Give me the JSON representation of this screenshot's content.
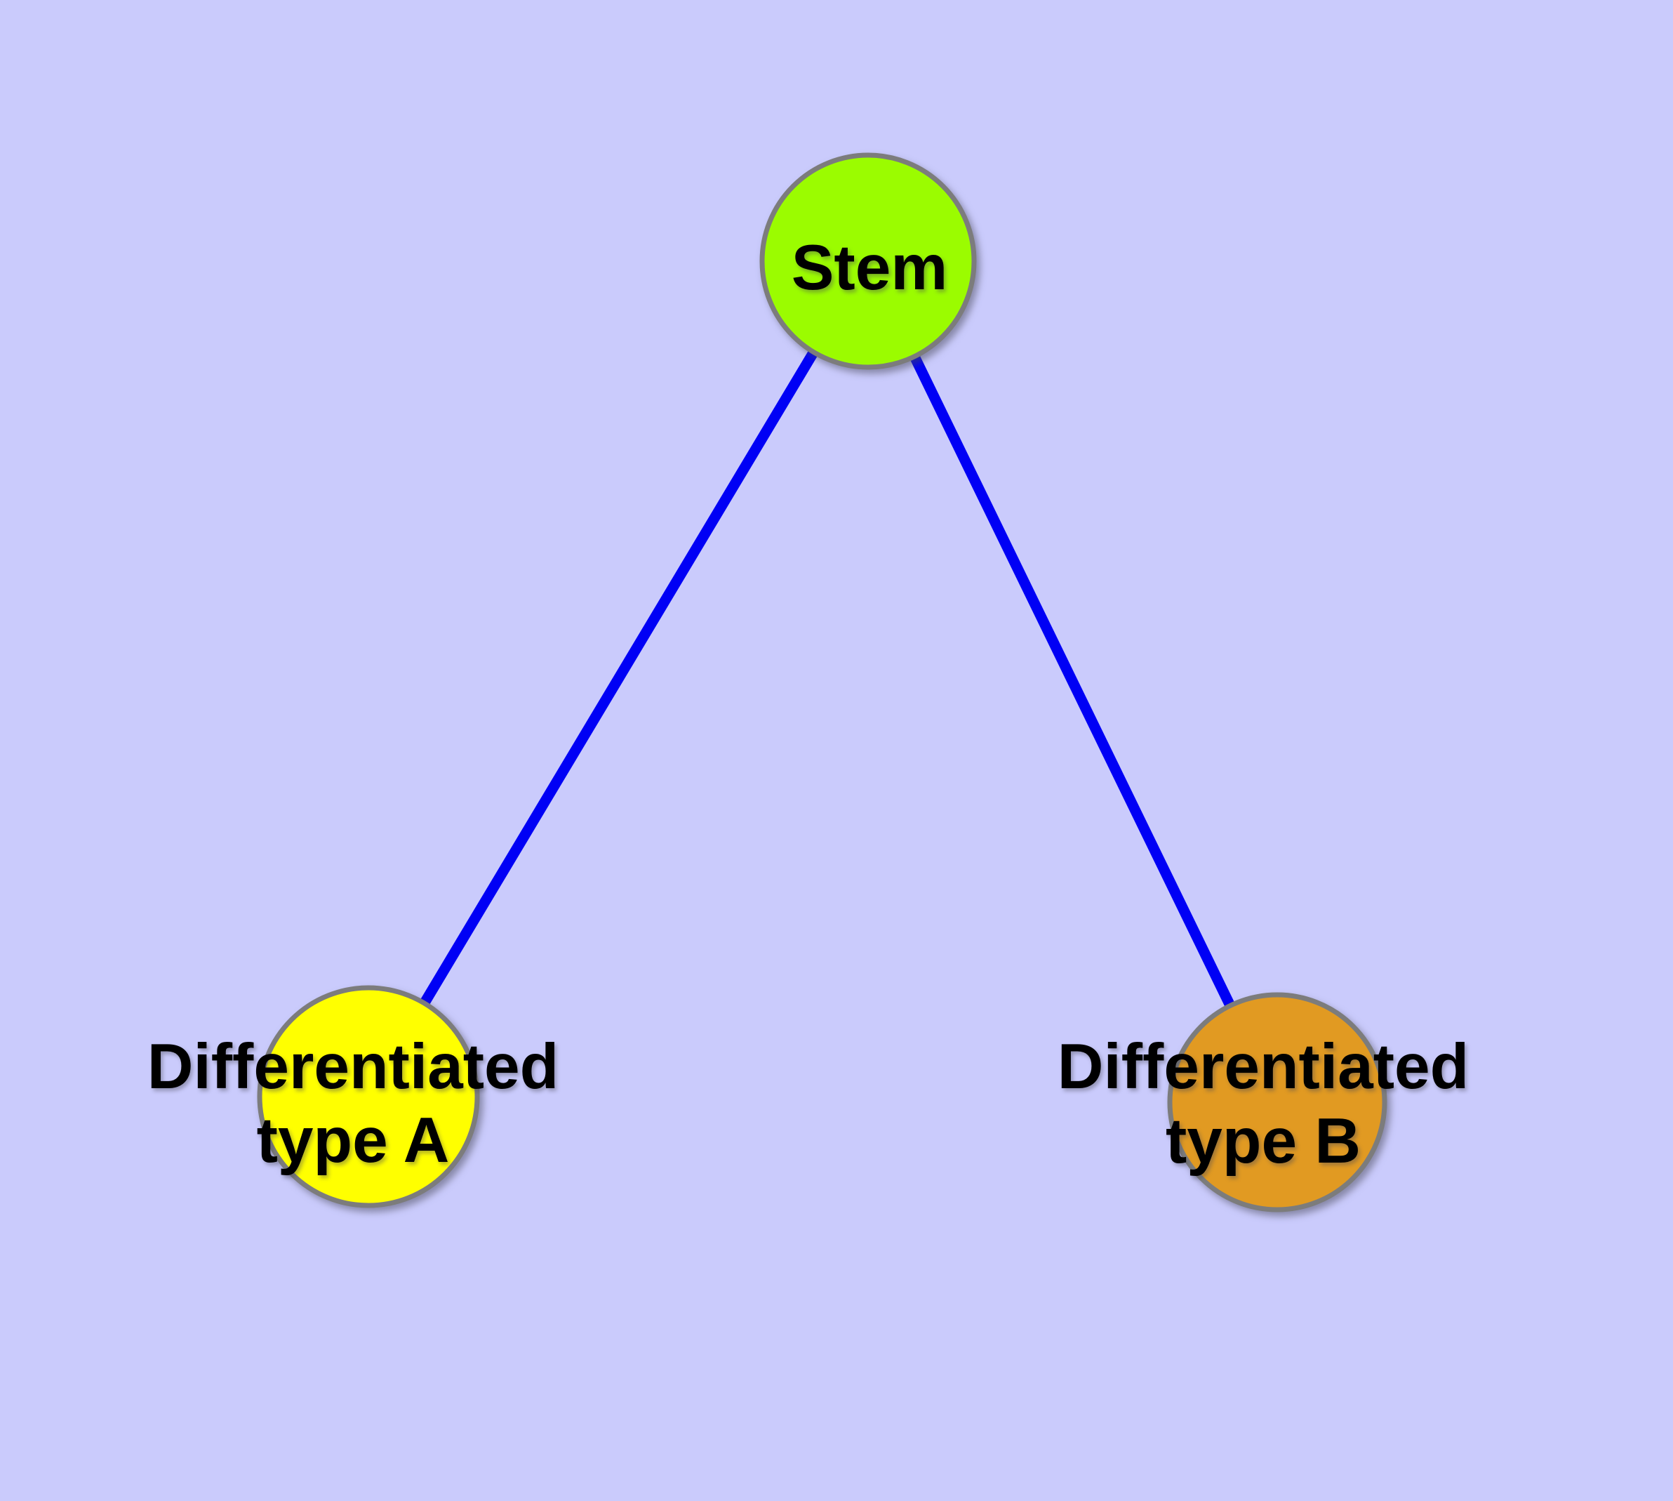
{
  "canvas": {
    "background_color": "#CACBFC"
  },
  "graph": {
    "type": "node-link-diagram",
    "edge_color": "#0000F5",
    "node_border_color": "#7C7C7C",
    "label_color": "#000000",
    "nodes": [
      {
        "id": "stem",
        "label": "Stem",
        "lines": [
          "Stem"
        ],
        "fill": "#9BFC00"
      },
      {
        "id": "differentiated-type-a",
        "label": "Differentiated type A",
        "lines": [
          "Differentiated",
          "type A"
        ],
        "fill": "#FFFF00"
      },
      {
        "id": "differentiated-type-b",
        "label": "Differentiated type B",
        "lines": [
          "Differentiated",
          "type B"
        ],
        "fill": "#E19A22"
      }
    ],
    "edges": [
      {
        "from": "Stem",
        "to": "Differentiated type A"
      },
      {
        "from": "Stem",
        "to": "Differentiated type B"
      }
    ]
  }
}
